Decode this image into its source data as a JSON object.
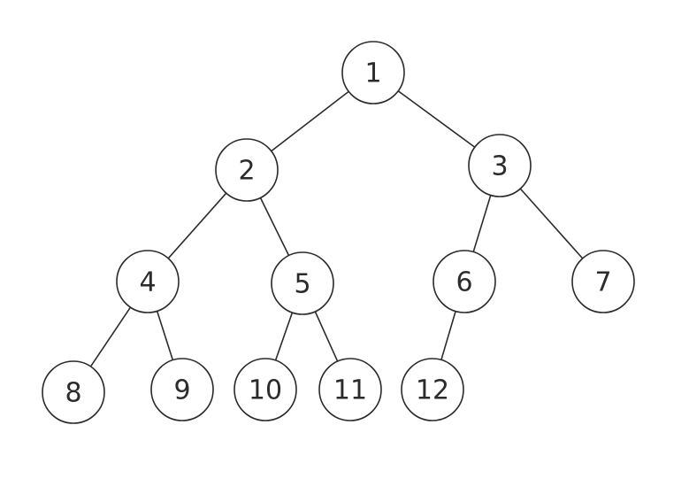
{
  "diagram": {
    "type": "binary-tree",
    "colors": {
      "stroke": "#2b2b2b",
      "node_fill": "#ffffff",
      "text": "#2b2b2b",
      "background": "#ffffff"
    },
    "nodes": [
      {
        "id": "n1",
        "label": "1"
      },
      {
        "id": "n2",
        "label": "2"
      },
      {
        "id": "n3",
        "label": "3"
      },
      {
        "id": "n4",
        "label": "4"
      },
      {
        "id": "n5",
        "label": "5"
      },
      {
        "id": "n6",
        "label": "6"
      },
      {
        "id": "n7",
        "label": "7"
      },
      {
        "id": "n8",
        "label": "8"
      },
      {
        "id": "n9",
        "label": "9"
      },
      {
        "id": "n10",
        "label": "10"
      },
      {
        "id": "n11",
        "label": "11"
      },
      {
        "id": "n12",
        "label": "12"
      }
    ],
    "edges": [
      {
        "from": "n1",
        "to": "n2"
      },
      {
        "from": "n1",
        "to": "n3"
      },
      {
        "from": "n2",
        "to": "n4"
      },
      {
        "from": "n2",
        "to": "n5"
      },
      {
        "from": "n3",
        "to": "n6"
      },
      {
        "from": "n3",
        "to": "n7"
      },
      {
        "from": "n4",
        "to": "n8"
      },
      {
        "from": "n4",
        "to": "n9"
      },
      {
        "from": "n5",
        "to": "n10"
      },
      {
        "from": "n5",
        "to": "n11"
      },
      {
        "from": "n6",
        "to": "n12"
      }
    ]
  }
}
